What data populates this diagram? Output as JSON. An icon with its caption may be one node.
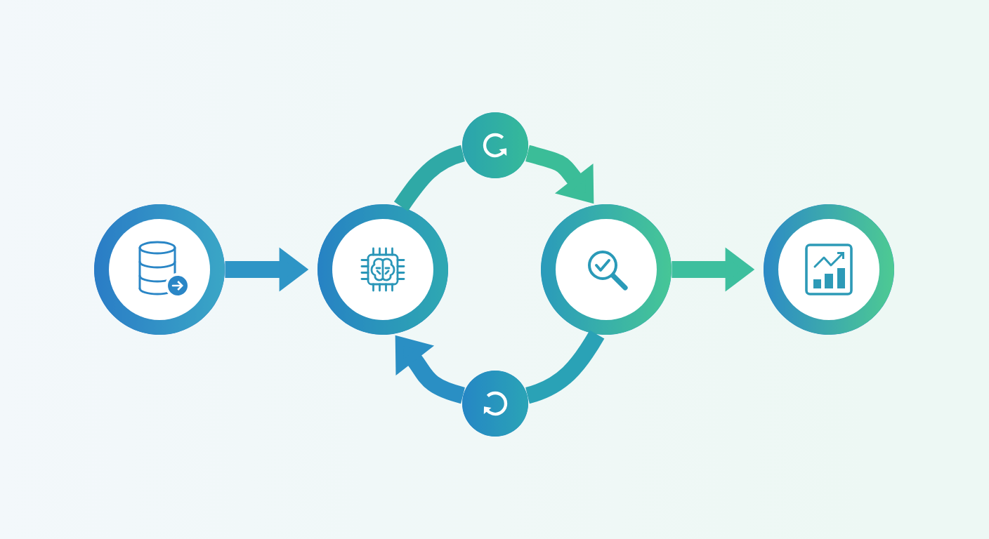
{
  "diagram": {
    "nodes": [
      {
        "text": [],
        "shape": "circle"
      },
      {
        "text": [],
        "shape": "circle"
      },
      {
        "text": [],
        "shape": "circle"
      },
      {
        "text": [],
        "shape": "circle"
      },
      {
        "text": [],
        "shape": "circle"
      },
      {
        "text": [],
        "shape": "circle"
      }
    ],
    "edges": [
      {
        "from": 0,
        "to": 1,
        "arrow": "to",
        "color": "#2e95c6"
      },
      {
        "from": 1,
        "to": 2,
        "arrow": "none",
        "color": "#2fa9a6"
      },
      {
        "from": 2,
        "to": 4,
        "arrow": "to",
        "color": "#3bbd98"
      },
      {
        "from": 4,
        "to": 3,
        "arrow": "none",
        "color": "#2aa2b6"
      },
      {
        "from": 3,
        "to": 1,
        "arrow": "to",
        "color": "#2a8fc4"
      },
      {
        "from": 4,
        "to": 5,
        "arrow": "to",
        "color": "#3dbf9e"
      }
    ]
  }
}
